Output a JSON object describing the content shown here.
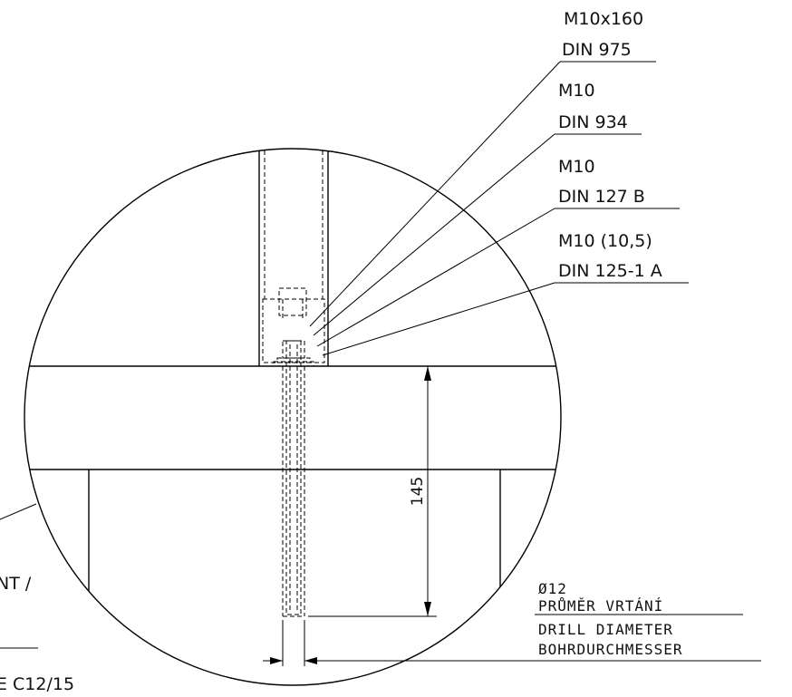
{
  "labels": {
    "bolt_size": "M10x160",
    "bolt_std": "DIN 975",
    "nut_size": "M10",
    "nut_std": "DIN 934",
    "spring_washer_size": "M10",
    "spring_washer_std": "DIN 127 B",
    "washer_size": "M10 (10,5)",
    "washer_std": "DIN 125-1 A"
  },
  "dimension": {
    "depth": "145"
  },
  "drill": {
    "diameter": "Ø12",
    "line_cz": "PRŮMĚR VRTÁNÍ",
    "line_en": "DRILL DIAMETER",
    "line_de": "BOHRDURCHMESSER"
  },
  "partial_text": {
    "left_top": "NT /",
    "left_bottom": "E C12/15"
  }
}
